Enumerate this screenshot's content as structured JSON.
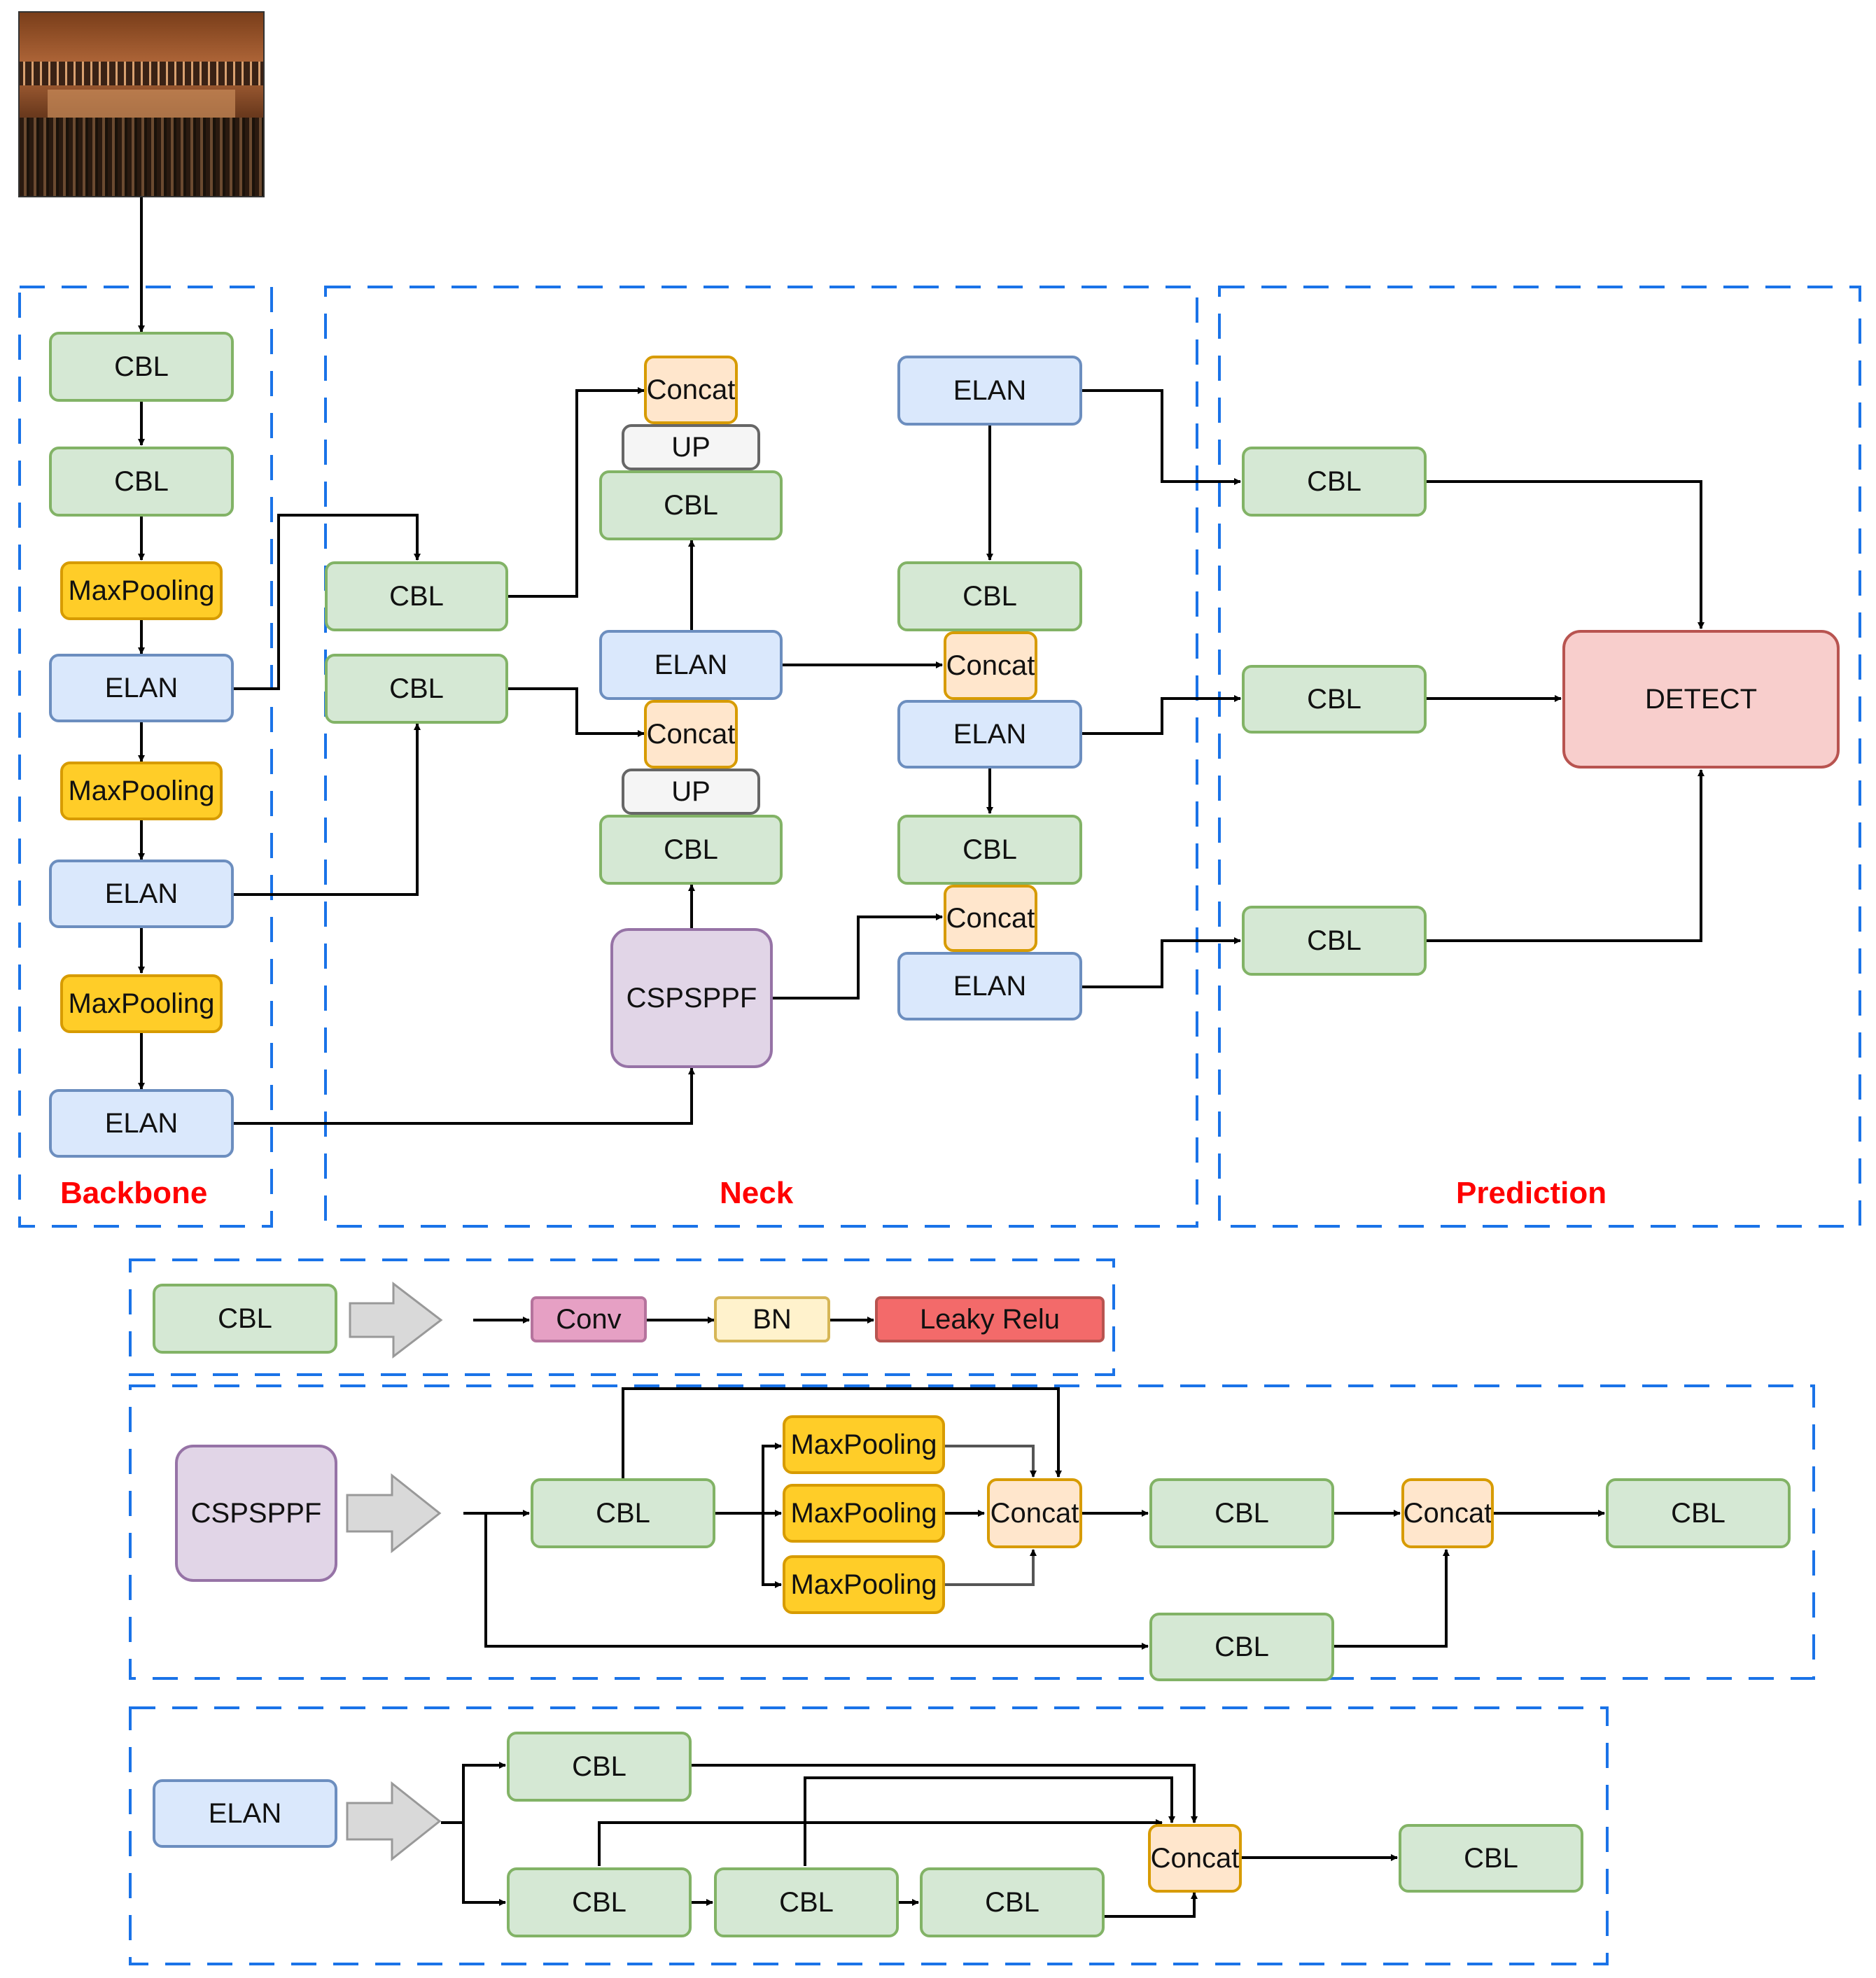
{
  "sections": {
    "backbone": "Backbone",
    "neck": "Neck",
    "prediction": "Prediction"
  },
  "input_image": {
    "kind": "concert hall photo"
  },
  "nodes": {
    "cbl": "CBL",
    "elan": "ELAN",
    "maxpooling": "MaxPooling",
    "concat": "Concat",
    "up": "UP",
    "cspsppf": "CSPSPPF",
    "detect": "DETECT",
    "conv": "Conv",
    "bn": "BN",
    "leaky_relu": "Leaky Relu"
  },
  "colors": {
    "dash_border": "#1a73e8",
    "section_label": "#ff0000",
    "cbl": "#d5e8d4",
    "elan": "#dae8fc",
    "maxpooling": "#ffcd28",
    "concat": "#ffe6cc",
    "up": "#f5f5f5",
    "cspsppf": "#e1d5e7",
    "detect": "#f8cecc",
    "conv": "#e6a0c4",
    "bn": "#fff2cc",
    "leaky_relu": "#f36a6a"
  }
}
